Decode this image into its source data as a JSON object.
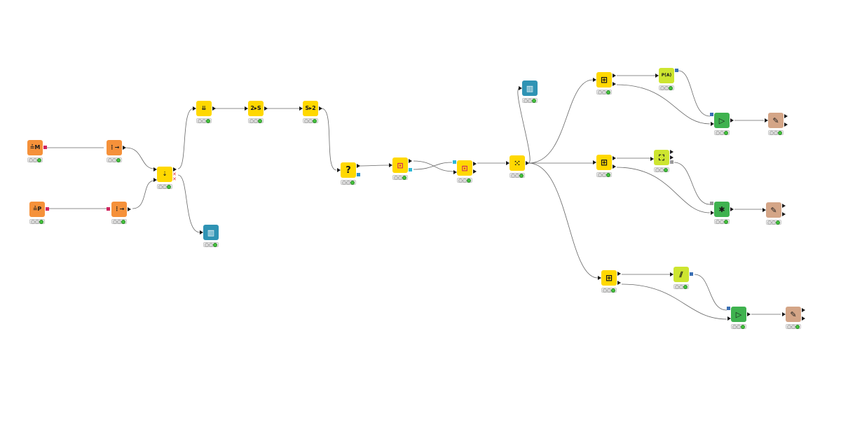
{
  "colors": {
    "reader": "#f5913a",
    "manipulation": "#ffd800",
    "view": "#2f93b4",
    "learner": "#cde530",
    "predictor": "#3fb24f",
    "scorer": "#d4a587",
    "status_ok": "#44c23d",
    "flow_port": "#2f8ec9",
    "model_port": "#3a6fb4",
    "table_port": "#1a1a1a",
    "db_port": "#d0245e"
  },
  "nodes": [
    {
      "id": "n1",
      "icon": "db-reader-icon",
      "glyph": "≟M",
      "category": "reader"
    },
    {
      "id": "n2",
      "icon": "db-query-icon",
      "glyph": "⋮→",
      "category": "reader"
    },
    {
      "id": "n3",
      "icon": "db-reader-icon",
      "glyph": "≟P",
      "category": "reader"
    },
    {
      "id": "n4",
      "icon": "db-query-icon",
      "glyph": "⋮→",
      "category": "reader"
    },
    {
      "id": "n5",
      "icon": "joiner-icon",
      "glyph": "⇣",
      "category": "manipulation"
    },
    {
      "id": "n6",
      "icon": "concatenate-icon",
      "glyph": "⇊",
      "category": "manipulation"
    },
    {
      "id": "n7",
      "icon": "number-to-string-icon",
      "glyph": "2▸S",
      "category": "manipulation"
    },
    {
      "id": "n8",
      "icon": "string-to-number-icon",
      "glyph": "S▸2",
      "category": "manipulation"
    },
    {
      "id": "n9",
      "icon": "missing-value-icon",
      "glyph": "?",
      "category": "manipulation"
    },
    {
      "id": "n10",
      "icon": "normalizer-icon",
      "glyph": "⊡",
      "category": "manipulation"
    },
    {
      "id": "n11",
      "icon": "normalizer-apply-icon",
      "glyph": "⊡",
      "category": "manipulation"
    },
    {
      "id": "n12",
      "icon": "color-manager-icon",
      "glyph": "⁙",
      "category": "manipulation"
    },
    {
      "id": "n13",
      "icon": "bar-chart-icon",
      "glyph": "▥",
      "category": "view"
    },
    {
      "id": "n14",
      "icon": "bar-chart-icon",
      "glyph": "▥",
      "category": "view"
    },
    {
      "id": "n15",
      "icon": "partitioning-icon",
      "glyph": "⊞",
      "category": "manipulation"
    },
    {
      "id": "n16",
      "icon": "partitioning-icon",
      "glyph": "⊞",
      "category": "manipulation"
    },
    {
      "id": "n17",
      "icon": "partitioning-icon",
      "glyph": "⊞",
      "category": "manipulation"
    },
    {
      "id": "n18",
      "icon": "naive-bayes-learner-icon",
      "glyph": "P(A)",
      "category": "learner"
    },
    {
      "id": "n19",
      "icon": "decision-tree-learner-icon",
      "glyph": "⛶",
      "category": "learner"
    },
    {
      "id": "n20",
      "icon": "logistic-regression-learner-icon",
      "glyph": "⫽",
      "category": "learner"
    },
    {
      "id": "n21",
      "icon": "naive-bayes-predictor-icon",
      "glyph": "▷",
      "category": "predictor"
    },
    {
      "id": "n22",
      "icon": "decision-tree-predictor-icon",
      "glyph": "✱",
      "category": "predictor"
    },
    {
      "id": "n23",
      "icon": "logistic-regression-predictor-icon",
      "glyph": "▷",
      "category": "predictor"
    },
    {
      "id": "n24",
      "icon": "scorer-icon",
      "glyph": "✎",
      "category": "scorer"
    },
    {
      "id": "n25",
      "icon": "scorer-icon",
      "glyph": "✎",
      "category": "scorer"
    },
    {
      "id": "n26",
      "icon": "scorer-icon",
      "glyph": "✎",
      "category": "scorer"
    }
  ]
}
